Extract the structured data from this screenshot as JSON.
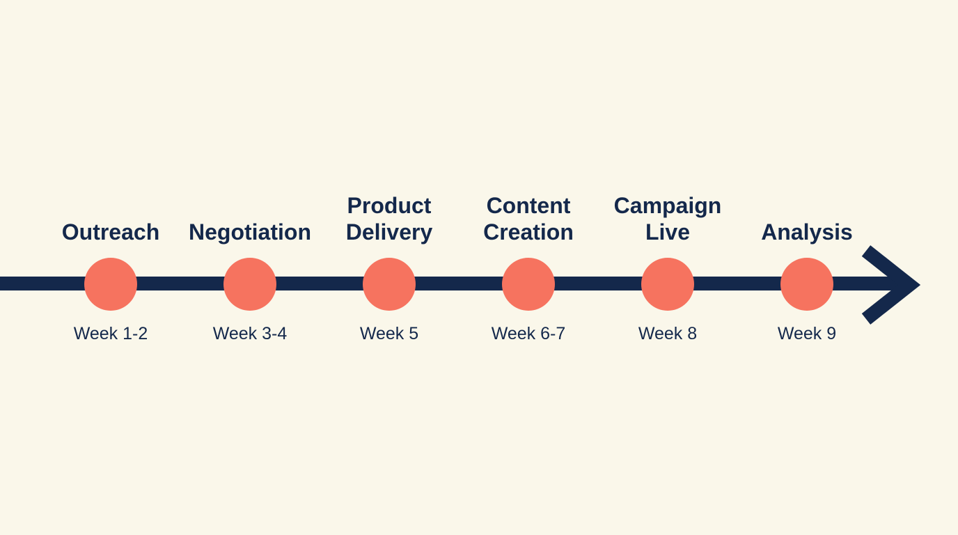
{
  "timeline": {
    "milestones": [
      {
        "title": "Outreach",
        "week": "Week 1-2"
      },
      {
        "title": "Negotiation",
        "week": "Week 3-4"
      },
      {
        "title": "Product\nDelivery",
        "week": "Week 5"
      },
      {
        "title": "Content\nCreation",
        "week": "Week 6-7"
      },
      {
        "title": "Campaign\nLive",
        "week": "Week 8"
      },
      {
        "title": "Analysis",
        "week": "Week 9"
      }
    ]
  },
  "colors": {
    "background": "#FAF7EA",
    "line": "#14284B",
    "dot": "#F6735F",
    "text": "#14284B"
  }
}
